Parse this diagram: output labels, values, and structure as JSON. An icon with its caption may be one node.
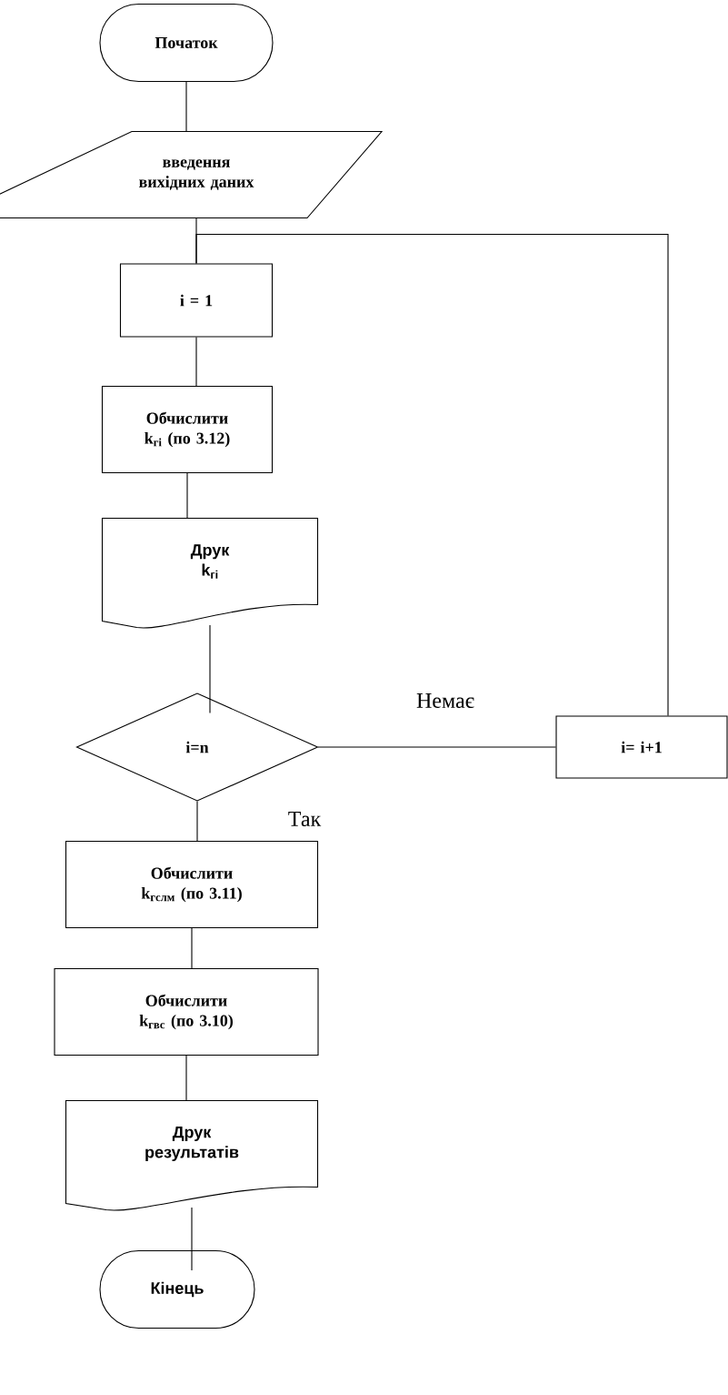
{
  "diagram": {
    "nodes": [
      {
        "text": [
          "Початок"
        ]
      },
      {
        "text": [
          "введення вихідних даних"
        ]
      },
      {
        "text": [
          "i = 1"
        ]
      },
      {
        "text": [
          "Обчислити k$_{гі}$ (по 3.12)"
        ]
      },
      {
        "text": [
          "Друк k$_{гі}$"
        ]
      },
      {
        "text": [
          "i=n"
        ]
      },
      {
        "text": [
          "i= i+1"
        ]
      },
      {
        "text": [
          "Обчислити k$_{гслм}$ (по 3.11)"
        ]
      },
      {
        "text": [
          "Обчислити k$_{гвс}$ (по 3.10)"
        ]
      },
      {
        "text": [
          "Друк результатів"
        ]
      },
      {
        "text": [
          "Кінець"
        ]
      }
    ],
    "edges": [
      {
        "from": 0,
        "to": 1,
        "arrow": "none"
      },
      {
        "from": 1,
        "to": 2,
        "arrow": "none"
      },
      {
        "from": 2,
        "to": 3,
        "arrow": "none"
      },
      {
        "from": 3,
        "to": 4,
        "arrow": "none"
      },
      {
        "from": 4,
        "to": 5,
        "arrow": "none"
      },
      {
        "from": 5,
        "to": 6,
        "arrow": "none",
        "label": "Немає"
      },
      {
        "from": 6,
        "to": 2,
        "arrow": "none"
      },
      {
        "from": 5,
        "to": 7,
        "arrow": "none",
        "label": "Так"
      },
      {
        "from": 7,
        "to": 8,
        "arrow": "none"
      },
      {
        "from": 8,
        "to": 9,
        "arrow": "none"
      },
      {
        "from": 9,
        "to": 10,
        "arrow": "none"
      }
    ]
  }
}
